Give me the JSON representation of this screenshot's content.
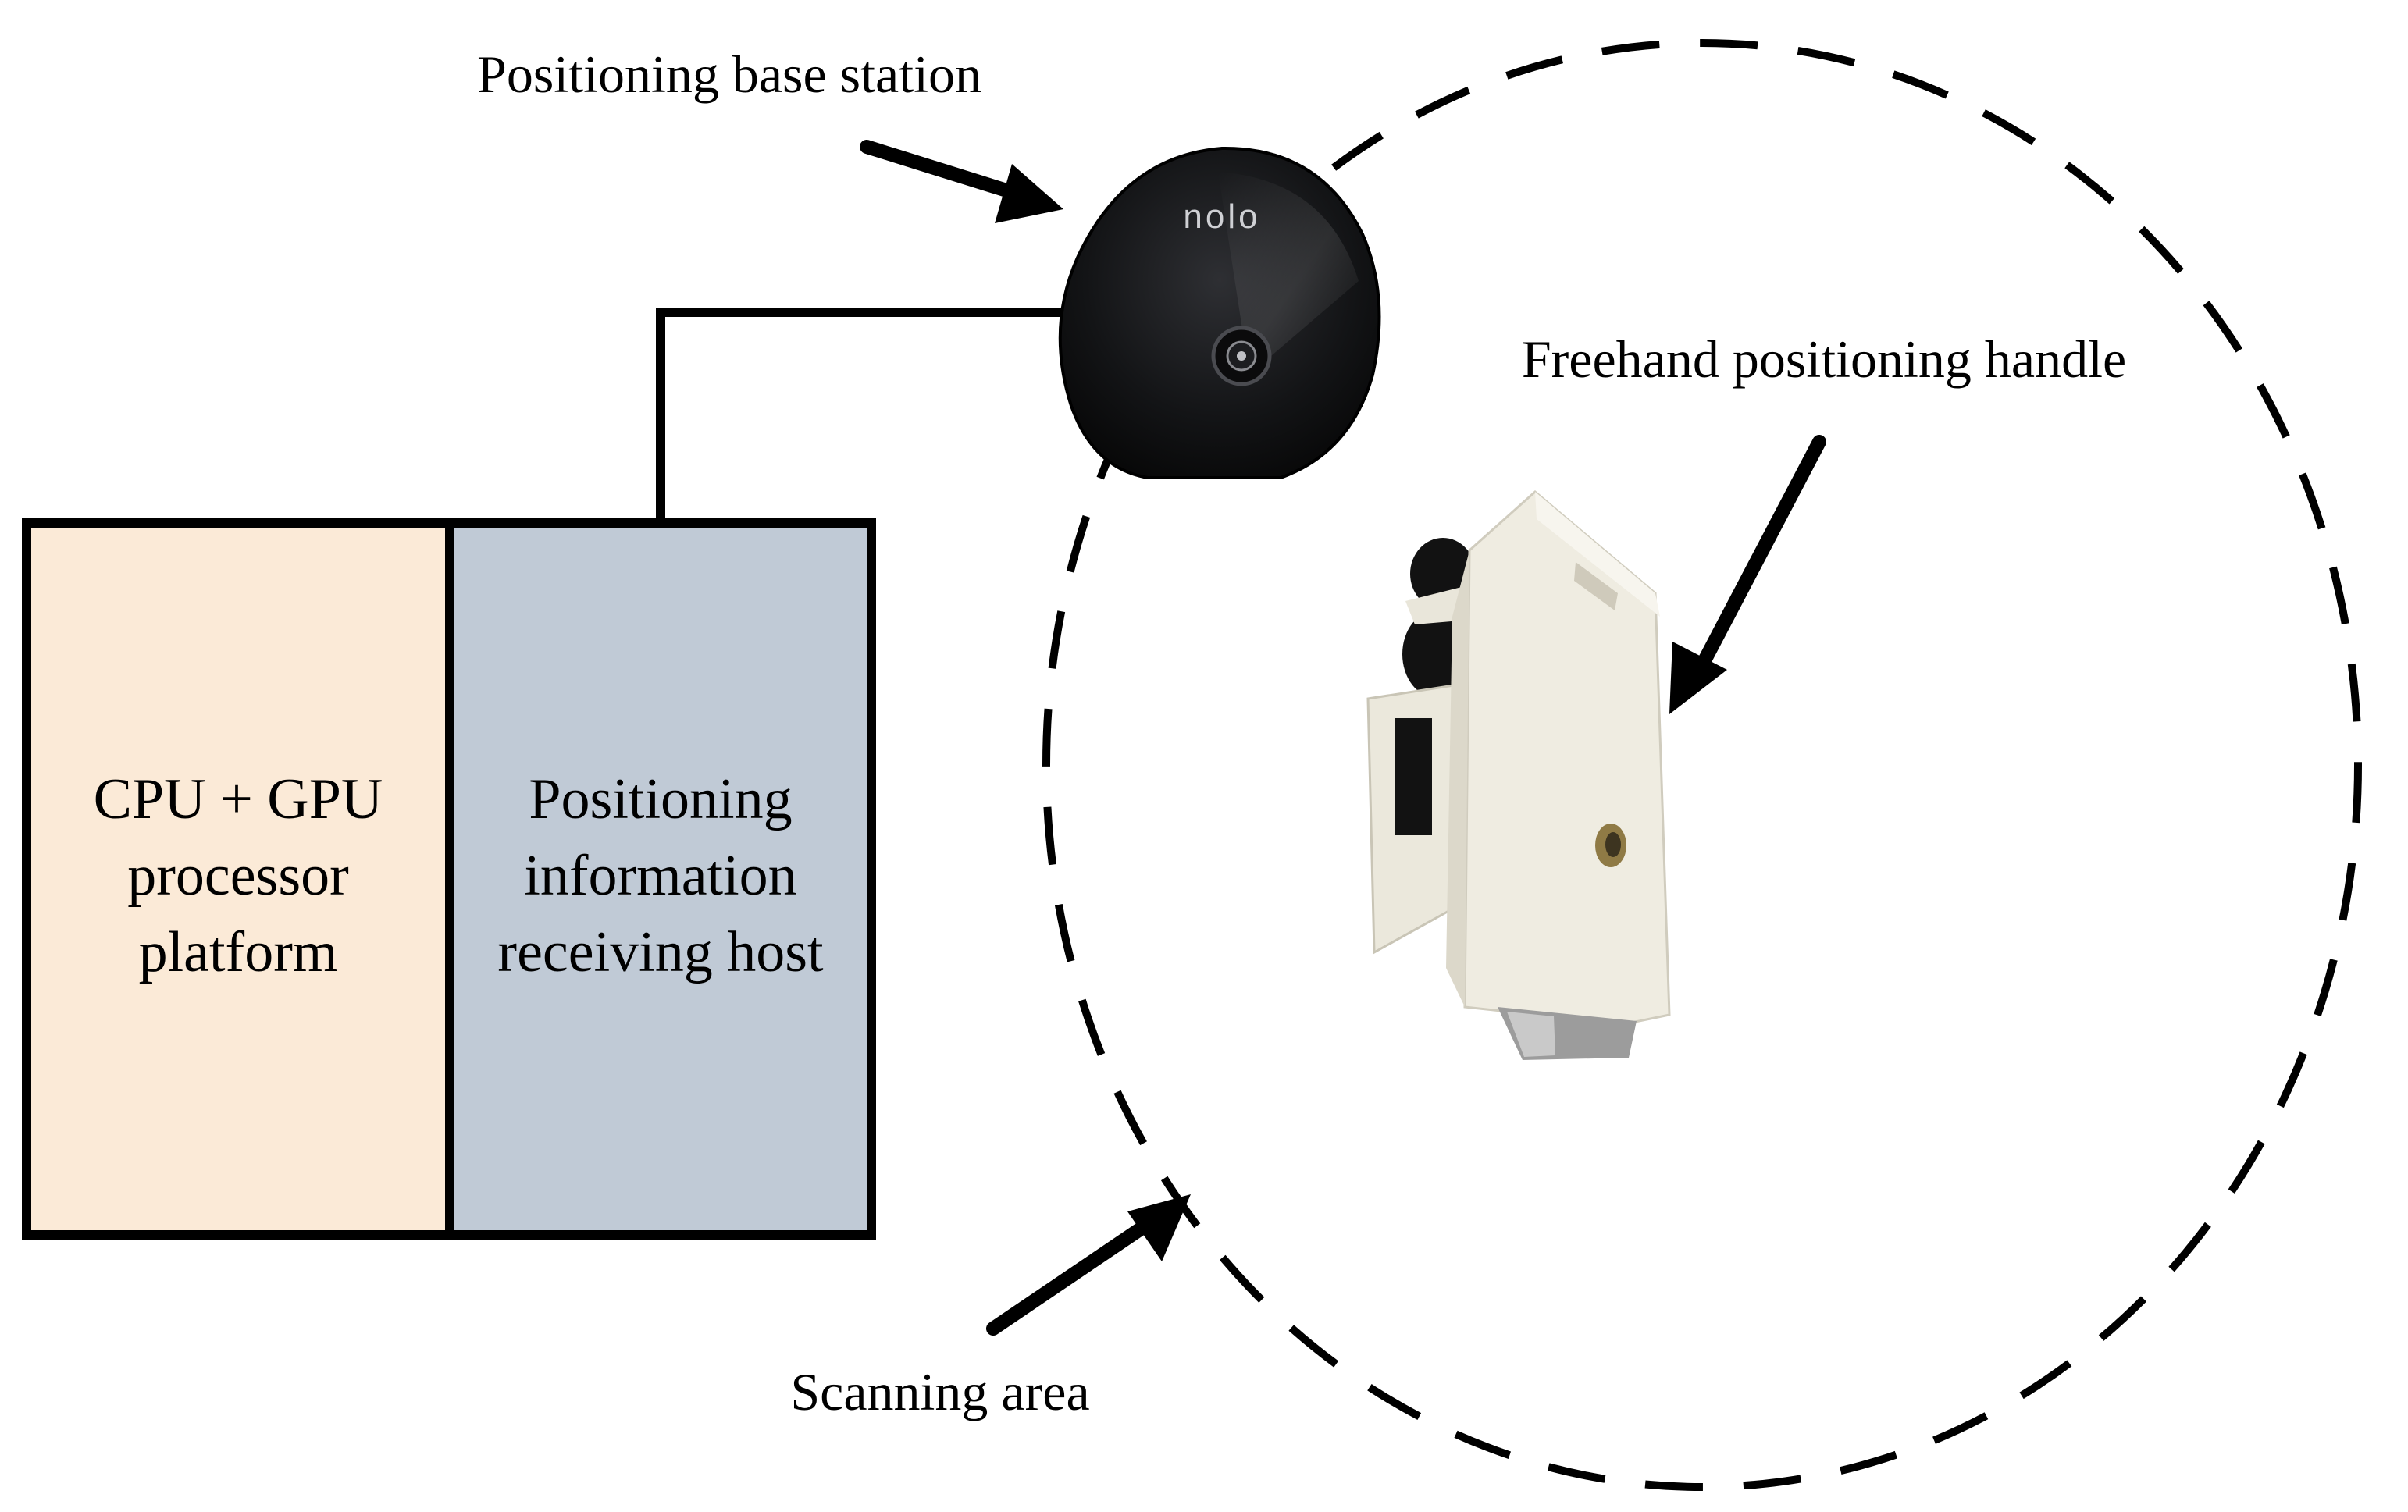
{
  "labels": {
    "base_station": "Positioning base station",
    "handle": "Freehand positioning handle",
    "scanning_area": "Scanning area"
  },
  "boxes": {
    "cpu": {
      "lines": [
        "CPU + GPU",
        "processor",
        "platform"
      ],
      "color": "#fbead7"
    },
    "receiver": {
      "lines": [
        "Positioning",
        "information",
        "receiving host"
      ],
      "color": "#c0cad6"
    }
  },
  "base_station_logo": "nolo"
}
